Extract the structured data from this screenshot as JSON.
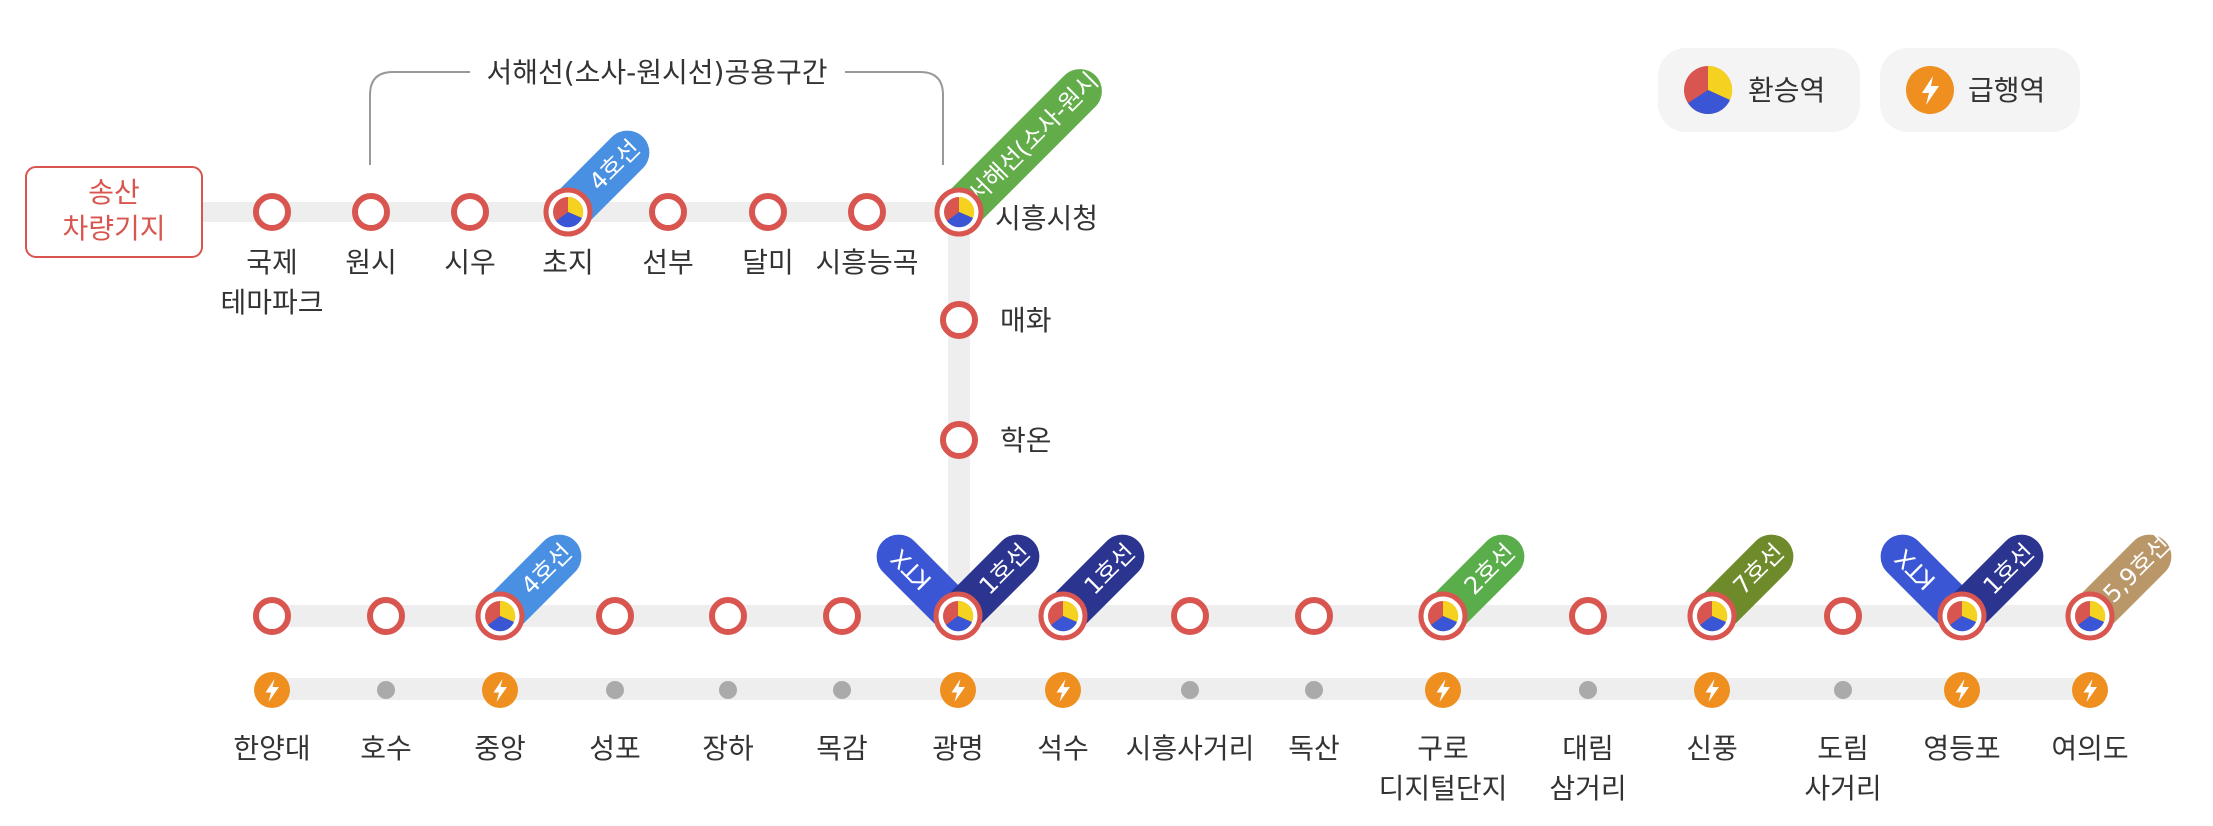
{
  "colors": {
    "track": "#eeeeee",
    "station_ring": "#d8564f",
    "express_orange": "#ee8f1f",
    "local_dot": "#aaaaaa",
    "depot_red": "#d8564f",
    "label": "#333333",
    "line4": "#4a90e2",
    "line1": "#2b3590",
    "ktx": "#3a56d4",
    "line2": "#5aad4b",
    "line7": "#6e8a2a",
    "seohae": "#62ad4a",
    "shinbundang": "#b99769"
  },
  "depot": {
    "line1": "송산",
    "line2": "차량기지"
  },
  "bracket": {
    "label": "서해선(소사-원시선)공용구간"
  },
  "legend": {
    "transfer": {
      "label": "환승역",
      "icon": "transfer-icon"
    },
    "express": {
      "label": "급행역",
      "icon": "lightning-icon"
    }
  },
  "top_stations": [
    {
      "name": "국제",
      "name2": "테마파크",
      "transfer": false
    },
    {
      "name": "원시",
      "transfer": false
    },
    {
      "name": "시우",
      "transfer": false
    },
    {
      "name": "초지",
      "transfer": true
    },
    {
      "name": "선부",
      "transfer": false
    },
    {
      "name": "달미",
      "transfer": false
    },
    {
      "name": "시흥능곡",
      "transfer": false
    }
  ],
  "junction": {
    "name": "시흥시청",
    "transfer": true
  },
  "vertical_stations": [
    {
      "name": "매화"
    },
    {
      "name": "학온"
    }
  ],
  "bottom_stations": [
    {
      "name": "한양대",
      "transfer": false,
      "express": true
    },
    {
      "name": "호수",
      "transfer": false,
      "express": false
    },
    {
      "name": "중앙",
      "transfer": true,
      "express": true
    },
    {
      "name": "성포",
      "transfer": false,
      "express": false
    },
    {
      "name": "장하",
      "transfer": false,
      "express": false
    },
    {
      "name": "목감",
      "transfer": false,
      "express": false
    },
    {
      "name": "광명",
      "transfer": true,
      "express": true
    },
    {
      "name": "석수",
      "transfer": true,
      "express": true
    },
    {
      "name": "시흥사거리",
      "transfer": false,
      "express": false
    },
    {
      "name": "독산",
      "transfer": false,
      "express": false
    },
    {
      "name": "구로",
      "name2": "디지털단지",
      "transfer": true,
      "express": true
    },
    {
      "name": "대림",
      "name2": "삼거리",
      "transfer": false,
      "express": false
    },
    {
      "name": "신풍",
      "transfer": true,
      "express": true
    },
    {
      "name": "도림",
      "name2": "사거리",
      "transfer": false,
      "express": false
    },
    {
      "name": "영등포",
      "transfer": true,
      "express": true
    },
    {
      "name": "여의도",
      "transfer": true,
      "express": true
    }
  ],
  "badges": {
    "chojiLine4": "4호선",
    "seohae": "서해선(소사-원시)",
    "jungangLine4": "4호선",
    "gwangmyeongKtx": "KTX",
    "gwangmyeongLine1": "1호선",
    "seoksuLine1": "1호선",
    "guroLine2": "2호선",
    "sinpungLine7": "7호선",
    "yeongdeungpoKtx": "KTX",
    "yeongdeungpoLine1": "1호선",
    "yeouidoLine59": "5,9호선"
  }
}
